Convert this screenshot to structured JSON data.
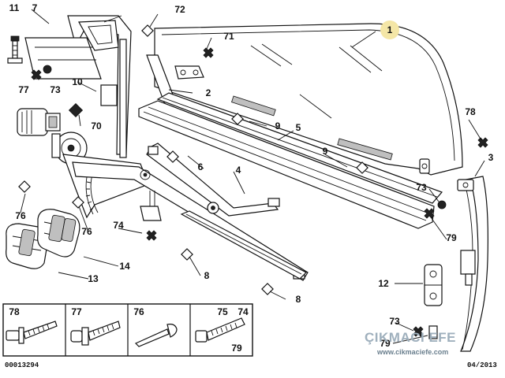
{
  "callouts": {
    "c1": "1",
    "c2": "2",
    "c3": "3",
    "c4": "4",
    "c5": "5",
    "c6": "6",
    "c7": "7",
    "c8a": "8",
    "c8b": "8",
    "c9a": "9",
    "c9b": "9",
    "c10": "10",
    "c11": "11",
    "c12": "12",
    "c13": "13",
    "c14": "14",
    "c70": "70",
    "c71": "71",
    "c72": "72",
    "c73a": "73",
    "c73b": "73",
    "c73c": "73",
    "c74": "74",
    "c76a": "76",
    "c76b": "76",
    "c77": "77",
    "c78": "78",
    "c79a": "79",
    "c79b": "79"
  },
  "legend": {
    "cells": [
      {
        "label": "78",
        "label2": ""
      },
      {
        "label": "77",
        "label2": ""
      },
      {
        "label": "76",
        "label2": ""
      },
      {
        "label": "74",
        "label2": "75",
        "label3": "79"
      }
    ]
  },
  "footer": {
    "code_left": "00013294",
    "code_right": "04/2013"
  },
  "watermark": {
    "brand": "ÇIKMACI EFE",
    "url": "www.cikmaciefe.com"
  },
  "colors": {
    "highlight": "#f4e6a6",
    "ink": "#111111",
    "watermark": "#9fb0bd"
  }
}
